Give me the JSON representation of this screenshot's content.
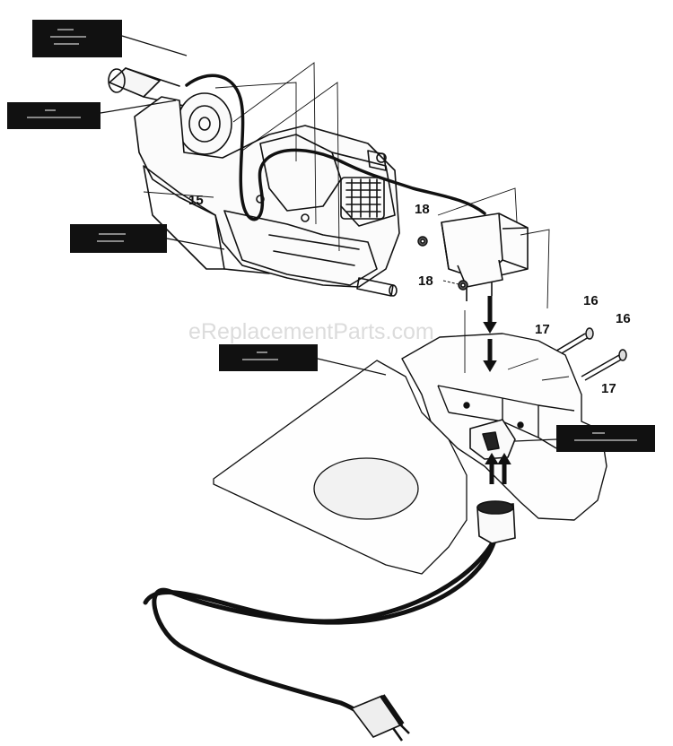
{
  "watermark": "eReplacementParts.com",
  "part_numbers": {
    "p15": "15",
    "p16a": "16",
    "p16b": "16",
    "p17a": "17",
    "p17b": "17",
    "p18a": "18",
    "p18b": "18"
  },
  "colors": {
    "line": "#111111",
    "callout_box": "#111111",
    "background": "#ffffff"
  }
}
